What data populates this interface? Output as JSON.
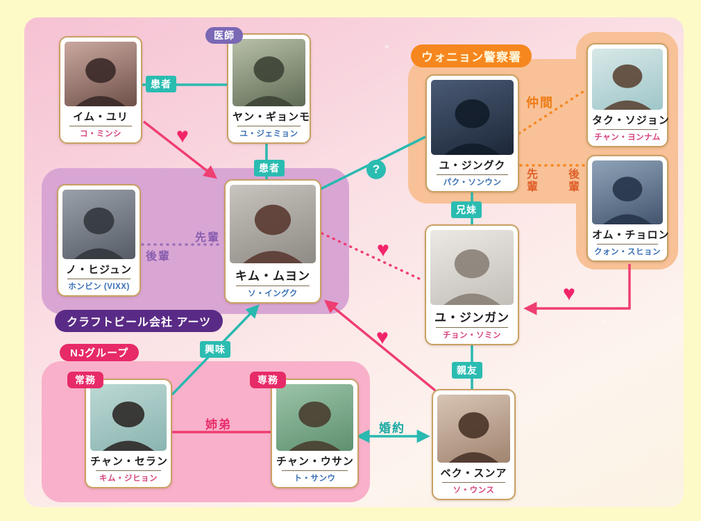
{
  "groups": {
    "police": {
      "label": "ウォニョン警察署"
    },
    "beer": {
      "label": "クラフトビール会社 アーツ"
    },
    "nj": {
      "label": "NJグループ"
    }
  },
  "card_badges": {
    "doctor": "医師",
    "jomu": "常務",
    "semmu": "専務"
  },
  "cards": [
    {
      "id": "im-yuri",
      "name": "イム・ユリ",
      "actor": "コ・ミンシ"
    },
    {
      "id": "yang-gyeongmo",
      "name": "ヤン・ギョンモ",
      "actor": "ユ・ジェミョン"
    },
    {
      "id": "yu-jinguk",
      "name": "ユ・ジングク",
      "actor": "パク・ソンウン"
    },
    {
      "id": "tak-sojeon",
      "name": "タク・ソジョン",
      "actor": "チャン・ヨンナム"
    },
    {
      "id": "eom-cheolrong",
      "name": "オム・チョロン",
      "actor": "クォン・スヒョン"
    },
    {
      "id": "no-hijun",
      "name": "ノ・ヒジュン",
      "actor": "ホンビン (VIXX)"
    },
    {
      "id": "kim-muyeong",
      "name": "キム・ムヨン",
      "actor": "ソ・イングク"
    },
    {
      "id": "yu-jingan",
      "name": "ユ・ジンガン",
      "actor": "チョン・ソミン"
    },
    {
      "id": "jang-seran",
      "name": "チャン・セラン",
      "actor": "キム・ジヒョン"
    },
    {
      "id": "jang-usan",
      "name": "チャン・ウサン",
      "actor": "ト・サンウ"
    },
    {
      "id": "baek-suna",
      "name": "ベク・スンア",
      "actor": "ソ・ウンス"
    }
  ],
  "relations": {
    "patient_top": "患者",
    "patient_mid": "患者",
    "comrade": "仲間",
    "senior_police": "先輩",
    "junior_police": "後輩",
    "siblings": "兄妹",
    "senior_beer": "先輩",
    "junior_beer": "後輩",
    "interest": "興味",
    "sister_brother": "姉弟",
    "engagement": "婚約",
    "best_friend": "親友"
  },
  "icons": {
    "heart": "♥",
    "question": "?"
  },
  "colors": {
    "page_background": "#fdfac8",
    "panel_pink_top": "#f6c2d3",
    "teal_line": "#29b9b0",
    "pink_line": "#ef3e72",
    "orange_badge": "#f6871f",
    "orange_box": "#f8c197",
    "purple_box": "#d9a6d4",
    "purple_badge": "#5a2b86",
    "doctor_badge": "#7a68b5",
    "pink_box": "#f9b0ca",
    "crimson_badge": "#e72a68",
    "card_border": "#c9a063",
    "actor_blue": "#3a6fb5",
    "actor_magenta": "#d6447e"
  }
}
